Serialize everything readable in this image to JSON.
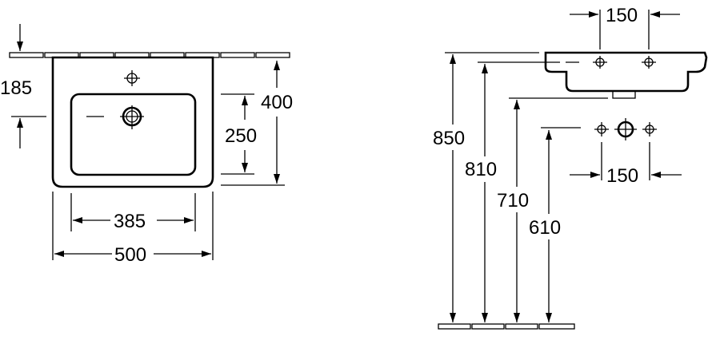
{
  "front_view": {
    "depth_label": "185",
    "inner_depth_label": "250",
    "outer_depth_label": "400",
    "bowl_width_label": "385",
    "width_label": "500"
  },
  "side_view": {
    "tap_spacing_top_label": "150",
    "tap_spacing_bottom_label": "150",
    "height_850_label": "850",
    "height_810_label": "810",
    "height_710_label": "710",
    "height_610_label": "610"
  }
}
